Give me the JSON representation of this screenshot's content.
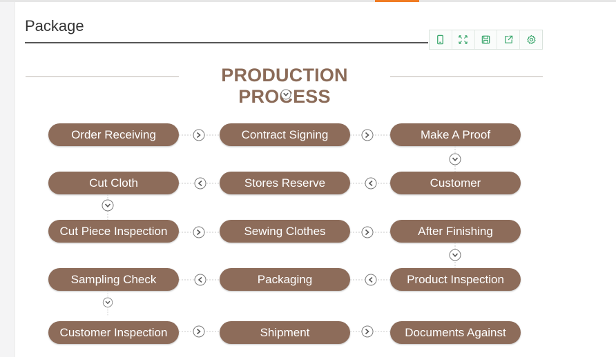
{
  "header": {
    "title": "Package"
  },
  "toolbar": {
    "buttons": [
      {
        "icon": "mobile-icon"
      },
      {
        "icon": "fullscreen-icon"
      },
      {
        "icon": "save-icon"
      },
      {
        "icon": "share-icon"
      },
      {
        "icon": "settings-icon"
      }
    ]
  },
  "diagram": {
    "title": "PRODUCTION PROCESS",
    "steps": [
      "Order Receiving",
      "Contract Signing",
      "Make A Proof",
      "Cut Cloth",
      "Stores Reserve",
      "Customer",
      "Cut Piece Inspection",
      "Sewing Clothes",
      "After Finishing",
      "Sampling Check",
      "Packaging",
      "Product Inspection",
      "Customer Inspection",
      "Shipment",
      "Documents Against"
    ]
  },
  "colors": {
    "step_fill": "#8d6c5a",
    "title_text": "#8b6b58",
    "toolbar_icon": "#3aa76d",
    "active_tab": "#f07c23"
  }
}
